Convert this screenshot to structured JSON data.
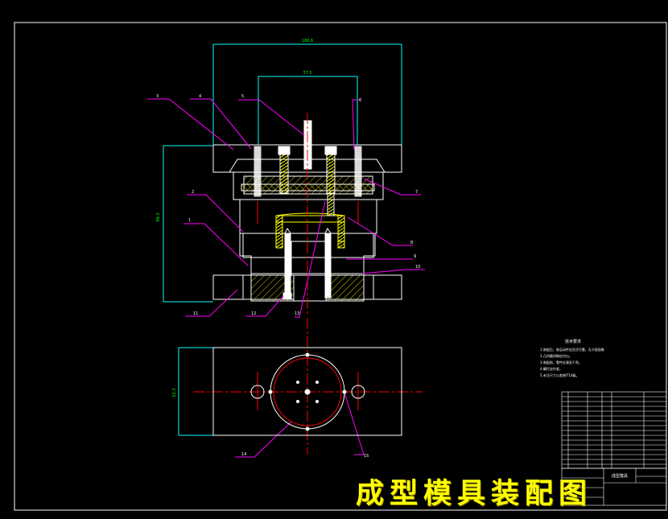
{
  "drawing": {
    "title": "成型模具装配图",
    "dimensions": {
      "top_width": "180.6",
      "mid_width": "37.5",
      "left_height": "98.3",
      "plan_height": "52.3"
    },
    "callouts": [
      "3",
      "4",
      "5",
      "6",
      "7",
      "2",
      "1",
      "8",
      "9",
      "10",
      "11",
      "12",
      "13",
      "14",
      "15"
    ],
    "notes": {
      "heading": "技术要求",
      "lines": [
        "1.装配后，各运动件应灵活可靠。无卡阻现象",
        "2.凸凹模间隙应均匀。",
        "3.装配前，零件应清洗干净。",
        "4.螺钉应拧紧。",
        "5.未注尺寸公差按IT14级。"
      ]
    },
    "title_block": {
      "label": "成型模具"
    }
  },
  "colors": {
    "outline": "#ffffff",
    "leader": "#ff00ff",
    "dimension": "#00ffff",
    "centerline": "#ff0000",
    "hatch": "#ffff00",
    "title": "#ffff00",
    "hidden": "#00ff00"
  }
}
